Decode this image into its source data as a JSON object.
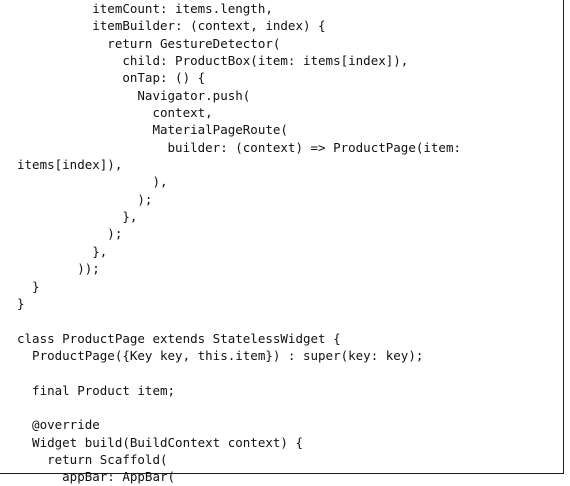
{
  "document": {
    "code_lines": [
      "          itemCount: items.length,",
      "          itemBuilder: (context, index) {",
      "            return GestureDetector(",
      "              child: ProductBox(item: items[index]),",
      "              onTap: () {",
      "                Navigator.push(",
      "                  context,",
      "                  MaterialPageRoute(",
      "                    builder: (context) => ProductPage(item:",
      "items[index]),",
      "                  ),",
      "                );",
      "              },",
      "            );",
      "          },",
      "        ));",
      "  }",
      "}",
      "",
      "class ProductPage extends StatelessWidget {",
      "  ProductPage({Key key, this.item}) : super(key: key);",
      "",
      "  final Product item;",
      "",
      "  @override",
      "  Widget build(BuildContext context) {",
      "    return Scaffold(",
      "      appBar: AppBar("
    ]
  }
}
